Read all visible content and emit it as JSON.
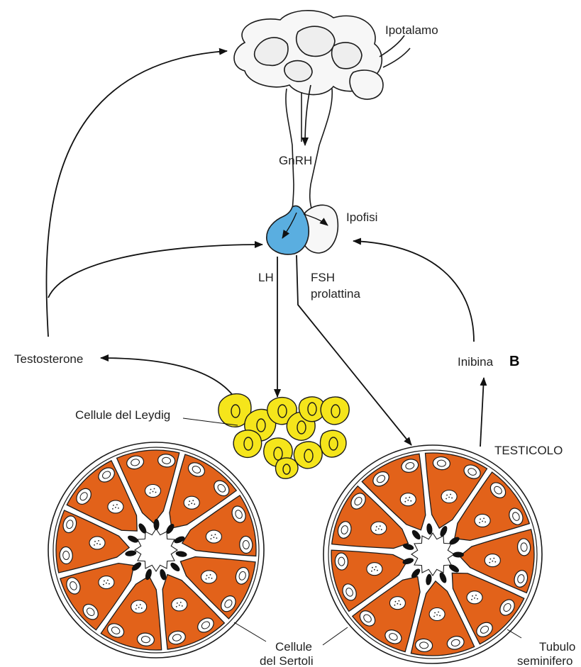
{
  "labels": {
    "hypothalamus": "Ipotalamo",
    "gnrh": "GnRH",
    "pituitary": "Ipofisi",
    "lh": "LH",
    "fsh": "FSH",
    "prolactin": "prolattina",
    "testosterone": "Testosterone",
    "inhibin": "Inibina",
    "inhibin_suffix": "B",
    "leydig": "Cellule del Leydig",
    "testis": "TESTICOLO",
    "sertoli_line1": "Cellule",
    "sertoli_line2": "del Sertoli",
    "tubule_line1": "Tubulo",
    "tubule_line2": "seminifero"
  },
  "colors": {
    "sertoli": "#e2621a",
    "leydig": "#f5e51b",
    "anterior_pituitary": "#5aaee0",
    "outline": "#1a1a1a"
  }
}
